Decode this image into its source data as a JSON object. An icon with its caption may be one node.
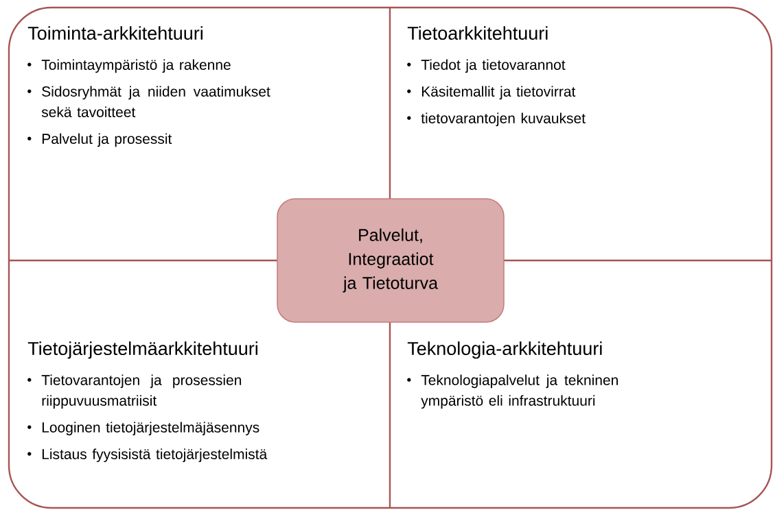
{
  "diagram": {
    "nodes": [
      {
        "text": [
          "Toiminta-arkkitehtuuri",
          "Toimintaympäristö ja rakenne",
          "Sidosryhmät ja niiden vaatimukset sekä tavoitteet",
          "Palvelut ja prosessit"
        ]
      },
      {
        "text": [
          "Tietoarkkitehtuuri",
          "Tiedot ja tietovarannot",
          "Käsitemallit ja tietovirrat",
          "tietovarantojen kuvaukset"
        ]
      },
      {
        "text": [
          "Tietojärjestelmäarkkitehtuuri",
          "Tietovarantojen ja prosessien riippuvuusmatriisit",
          "Looginen tietojärjestelmäjäsennys",
          "Listaus fyysisistä tietojärjestelmistä"
        ]
      },
      {
        "text": [
          "Teknologia-arkkitehtuuri",
          "Teknologiapalvelut ja tekninen ympäristö eli infrastruktuuri"
        ]
      },
      {
        "text": [
          "Palvelut, Integraatiot ja Tietoturva"
        ]
      }
    ]
  }
}
